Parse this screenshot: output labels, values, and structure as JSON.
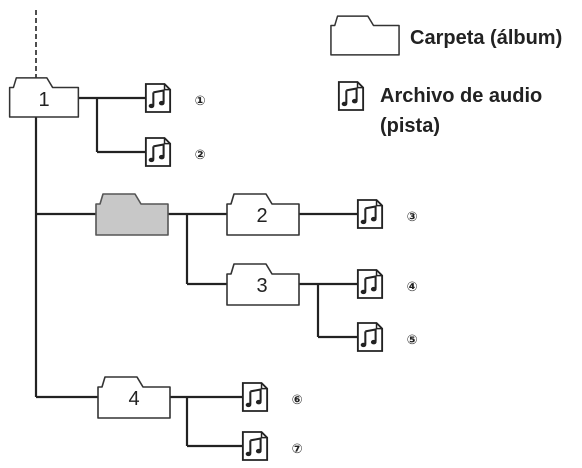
{
  "legend": {
    "folder_label": "Carpeta (álbum)",
    "audio_label_line1": "Archivo de audio",
    "audio_label_line2": "(pista)"
  },
  "folders": [
    {
      "id": "f1",
      "label": "1",
      "shaded": false
    },
    {
      "id": "f-root2",
      "label": "",
      "shaded": true
    },
    {
      "id": "f2",
      "label": "2",
      "shaded": false
    },
    {
      "id": "f3",
      "label": "3",
      "shaded": false
    },
    {
      "id": "f4",
      "label": "4",
      "shaded": false
    }
  ],
  "tracks": [
    {
      "id": "t1",
      "label": "①"
    },
    {
      "id": "t2",
      "label": "②"
    },
    {
      "id": "t3",
      "label": "③"
    },
    {
      "id": "t4",
      "label": "④"
    },
    {
      "id": "t5",
      "label": "⑤"
    },
    {
      "id": "t6",
      "label": "⑥"
    },
    {
      "id": "t7",
      "label": "⑦"
    }
  ],
  "colors": {
    "line": "#222222",
    "folder_fill": "#ffffff",
    "folder_shaded_fill": "#c8c8c8",
    "stroke": "#333333"
  },
  "icons": {
    "folder": "folder-icon",
    "audio_file": "audio-file-icon"
  }
}
